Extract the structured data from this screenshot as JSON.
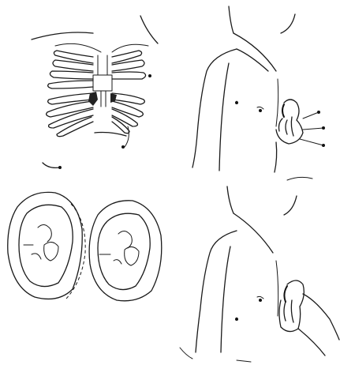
{
  "figure": {
    "panels": [
      {
        "id": "ribcage"
      },
      {
        "id": "torso-top"
      },
      {
        "id": "heart-sections"
      },
      {
        "id": "torso-bottom"
      }
    ],
    "ink_color": "#1a1a1a",
    "background_color": "#ffffff"
  }
}
